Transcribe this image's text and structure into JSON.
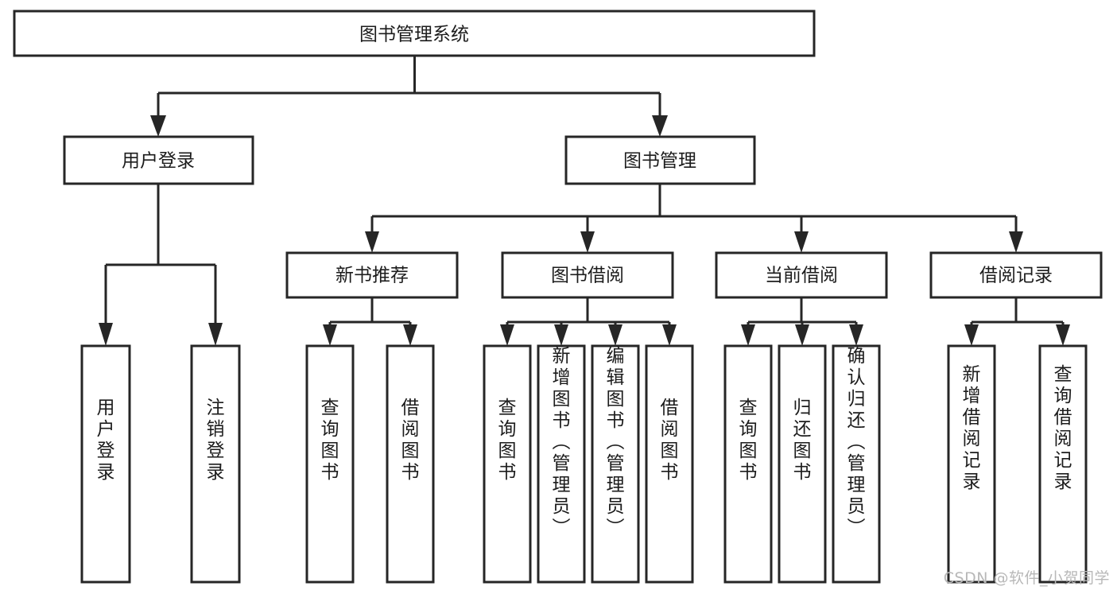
{
  "diagram": {
    "title": "图书管理系统",
    "type": "tree",
    "orientation": "top-down",
    "colors": {
      "box_fill": "#ffffff",
      "box_stroke": "#262626",
      "connector": "#262626",
      "text": "#1c1c1c",
      "background": "#ffffff",
      "watermark": "#b8b8b8"
    },
    "root": {
      "id": "root",
      "label": "图书管理系统",
      "level": 0,
      "orientation": "horizontal"
    },
    "level1": [
      {
        "id": "user-login",
        "label": "用户登录",
        "level": 1,
        "orientation": "horizontal",
        "parent": "root"
      },
      {
        "id": "book-management",
        "label": "图书管理",
        "level": 1,
        "orientation": "horizontal",
        "parent": "root"
      }
    ],
    "level2": [
      {
        "id": "new-book-recommend",
        "label": "新书推荐",
        "level": 2,
        "orientation": "horizontal",
        "parent": "book-management"
      },
      {
        "id": "book-borrow",
        "label": "图书借阅",
        "level": 2,
        "orientation": "horizontal",
        "parent": "book-management"
      },
      {
        "id": "current-borrow",
        "label": "当前借阅",
        "level": 2,
        "orientation": "horizontal",
        "parent": "book-management"
      },
      {
        "id": "borrow-record",
        "label": "借阅记录",
        "level": 2,
        "orientation": "horizontal",
        "parent": "book-management"
      }
    ],
    "leaves": [
      {
        "id": "leaf-user-login",
        "label": "用户登录",
        "orientation": "vertical",
        "parent": "user-login"
      },
      {
        "id": "leaf-user-logout",
        "label": "注销登录",
        "orientation": "vertical",
        "parent": "user-login"
      },
      {
        "id": "leaf-query-book-rec",
        "label": "查询图书",
        "orientation": "vertical",
        "parent": "new-book-recommend"
      },
      {
        "id": "leaf-borrow-book-rec",
        "label": "借阅图书",
        "orientation": "vertical",
        "parent": "new-book-recommend"
      },
      {
        "id": "leaf-query-book-borrow",
        "label": "查询图书",
        "orientation": "vertical",
        "parent": "book-borrow"
      },
      {
        "id": "leaf-add-book-admin",
        "label": "新增图书（管理员）",
        "orientation": "vertical",
        "parent": "book-borrow"
      },
      {
        "id": "leaf-edit-book-admin",
        "label": "编辑图书（管理员）",
        "orientation": "vertical",
        "parent": "book-borrow"
      },
      {
        "id": "leaf-borrow-book",
        "label": "借阅图书",
        "orientation": "vertical",
        "parent": "book-borrow"
      },
      {
        "id": "leaf-query-book-current",
        "label": "查询图书",
        "orientation": "vertical",
        "parent": "current-borrow"
      },
      {
        "id": "leaf-return-book",
        "label": "归还图书",
        "orientation": "vertical",
        "parent": "current-borrow"
      },
      {
        "id": "leaf-confirm-return-admin",
        "label": "确认归还（管理员）",
        "orientation": "vertical",
        "parent": "current-borrow"
      },
      {
        "id": "leaf-add-borrow-record",
        "label": "新增借阅记录",
        "orientation": "vertical",
        "parent": "borrow-record"
      },
      {
        "id": "leaf-query-borrow-record",
        "label": "查询借阅记录",
        "orientation": "vertical",
        "parent": "borrow-record"
      }
    ],
    "watermark": "CSDN @软件_小贺同学"
  }
}
